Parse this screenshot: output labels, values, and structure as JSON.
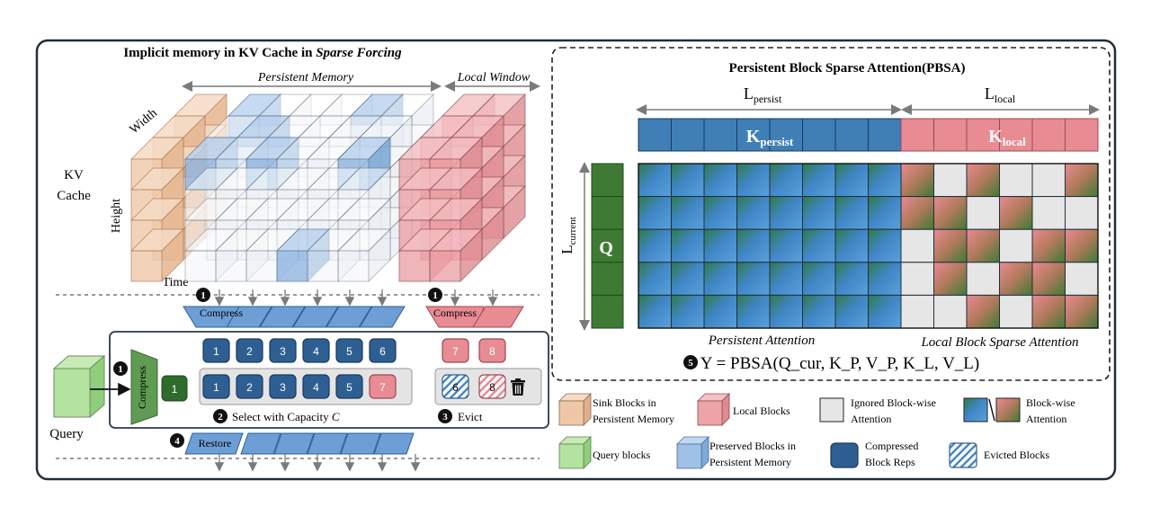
{
  "left_panel": {
    "title_main": "Implicit memory in KV Cache in ",
    "title_em": "Sparse Forcing",
    "persistent_memory": "Persistent Memory",
    "local_window": "Local Window",
    "kv_cache": [
      "KV",
      "Cache"
    ],
    "axis_width": "Width",
    "axis_height": "Height",
    "axis_time": "Time",
    "compress_label": "Compress",
    "restore_label": "Restore",
    "query_label": "Query",
    "step1": "1",
    "step2": "2",
    "step3": "3",
    "step4": "4",
    "select_caption": "Select with Capacity ",
    "capacity_symbol": "C",
    "evict_caption": "Evict",
    "query_block": "1",
    "top_row_blocks": [
      "1",
      "2",
      "3",
      "4",
      "5",
      "6"
    ],
    "selected_row_blocks": [
      "1",
      "2",
      "3",
      "4",
      "5",
      "7"
    ],
    "local_blocks": [
      "7",
      "8"
    ],
    "evicted_blocks": [
      "6",
      "8"
    ],
    "trash_icon": "trash-icon"
  },
  "right_panel": {
    "title": "Persistent Block Sparse Attention(PBSA)",
    "l_persist": {
      "base": "L",
      "sub": "persist"
    },
    "l_local": {
      "base": "L",
      "sub": "local"
    },
    "l_current": {
      "base": "L",
      "sub": "current"
    },
    "k_persist": {
      "base": "K",
      "sub": "persist"
    },
    "k_local": {
      "base": "K",
      "sub": "local"
    },
    "q_label": "Q",
    "persistent_attention": "Persistent Attention",
    "local_attention": "Local Block Sparse Attention",
    "step5": "5",
    "equation": "Y = PBSA(Q_cur, K_P, V_P, K_L, V_L)",
    "persist_cols": 8,
    "local_cols": 6,
    "rows": 5,
    "local_pattern": [
      [
        1,
        0,
        1,
        0,
        0,
        1
      ],
      [
        1,
        1,
        0,
        1,
        0,
        0
      ],
      [
        0,
        1,
        1,
        0,
        1,
        1
      ],
      [
        0,
        1,
        0,
        1,
        1,
        0
      ],
      [
        0,
        0,
        1,
        0,
        1,
        1
      ]
    ]
  },
  "legend": {
    "sink_blocks": "Sink Blocks in Persistent Memory",
    "local_blocks": "Local Blocks",
    "ignored": "Ignored Block-wise Attention",
    "blockwise": "Block-wise Attention",
    "query_blocks": "Query blocks",
    "preserved": "Preserved Blocks in Persistent Memory",
    "compressed": "Compressed Block Reps",
    "evicted": "Evicted Blocks"
  },
  "colors": {
    "dark_blue": "#2e5f93",
    "mid_blue": "#3f7fb6",
    "pink": "#e88b92",
    "green": "#3f7a35",
    "light_green": "#9fd88e",
    "peach": "#efc7a7",
    "light_blue": "#9fc1e6",
    "gray_cell": "#e6e6e6"
  }
}
